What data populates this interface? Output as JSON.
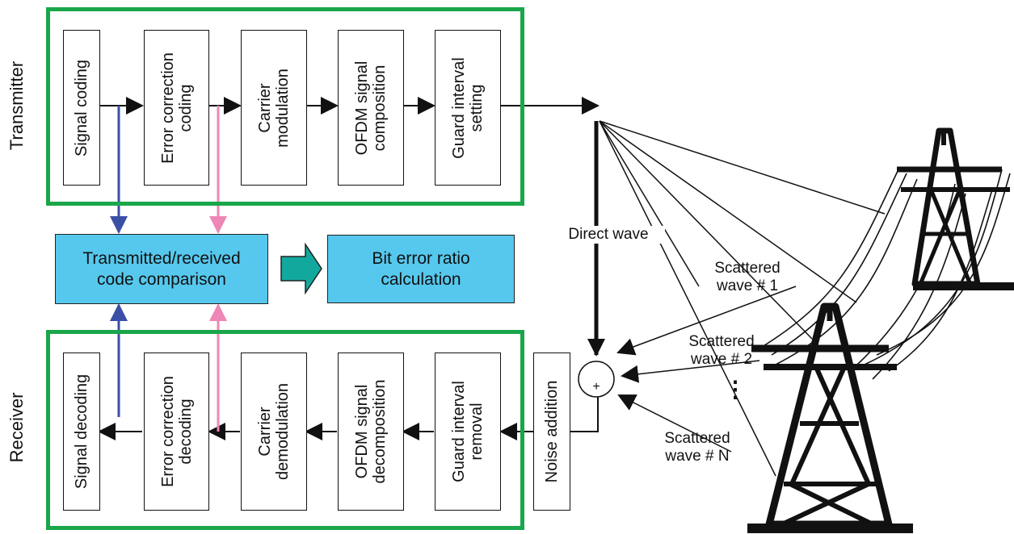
{
  "transmitter": {
    "side_label": "Transmitter",
    "blocks": [
      {
        "text": "Signal coding"
      },
      {
        "text": "Error correction\ncoding"
      },
      {
        "text": "Carrier\nmodulation"
      },
      {
        "text": "OFDM signal\ncomposition"
      },
      {
        "text": "Guard interval\nsetting"
      }
    ]
  },
  "receiver": {
    "side_label": "Receiver",
    "blocks": [
      {
        "text": "Signal decoding"
      },
      {
        "text": "Error correction\ndecoding"
      },
      {
        "text": "Carrier\ndemodulation"
      },
      {
        "text": "OFDM signal\ndecomposition"
      },
      {
        "text": "Guard interval\nremoval"
      }
    ],
    "noise_block": "Noise addition",
    "adder_symbol": "+"
  },
  "comparison": {
    "compare_box": "Transmitted/received\ncode comparison",
    "ber_box": "Bit error ratio\ncalculation"
  },
  "channel": {
    "direct_wave": "Direct wave",
    "scattered_1": "Scattered\nwave # 1",
    "scattered_2": "Scattered\nwave # 2",
    "scattered_n": "Scattered\nwave # N",
    "dots": "⋮"
  },
  "colors": {
    "frame": "#1aa64a",
    "compare_box": "#56c8ee",
    "block_arrow": "#13a89e",
    "blue_arrow": "#3a4fa5",
    "pink_arrow": "#ee86b6"
  }
}
